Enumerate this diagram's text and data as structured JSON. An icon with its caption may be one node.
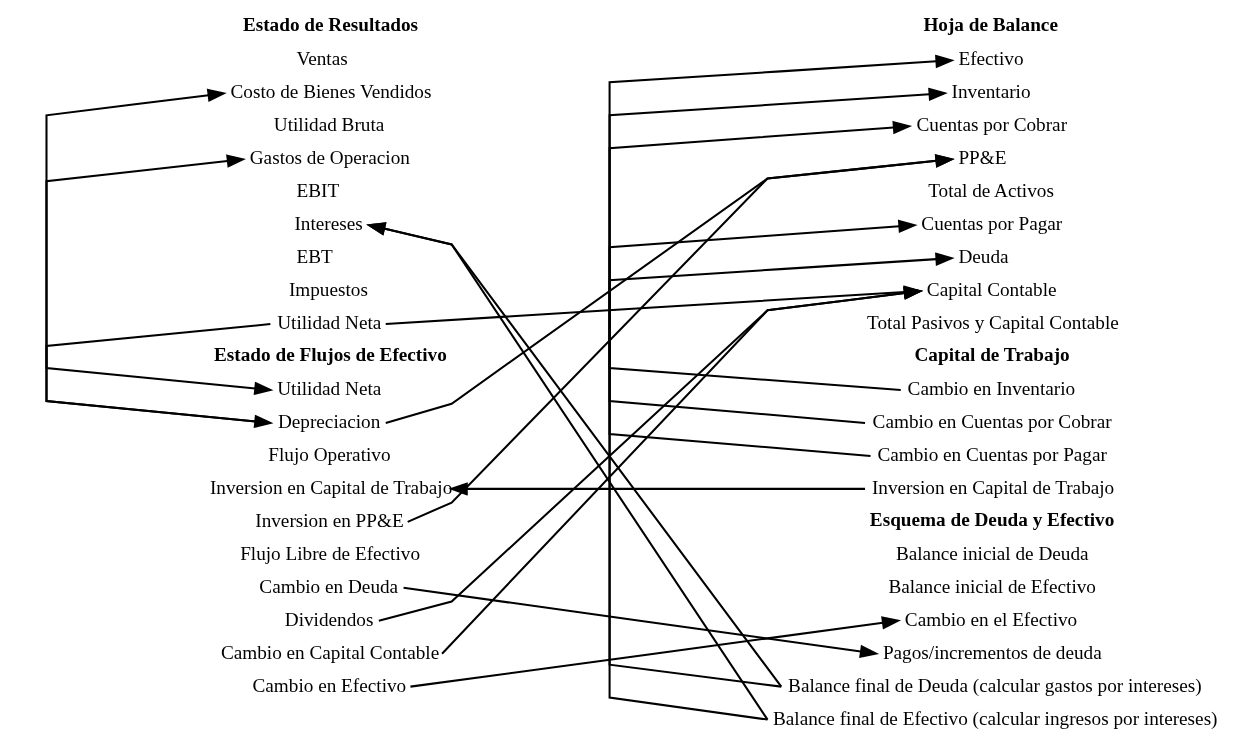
{
  "diagram": {
    "nodes": [
      {
        "text": [
          "Costo de Bienes Vendidos"
        ]
      },
      {
        "text": [
          "Gastos de Operacion"
        ]
      },
      {
        "text": [
          "Intereses"
        ]
      },
      {
        "text": [
          "Utilidad Neta"
        ]
      },
      {
        "text": [
          "Utilidad Neta"
        ]
      },
      {
        "text": [
          "Depreciacion"
        ]
      },
      {
        "text": [
          "Inversion en Capital de Trabajo"
        ]
      },
      {
        "text": [
          "Inversion en PP&E"
        ]
      },
      {
        "text": [
          "Cambio en Deuda"
        ]
      },
      {
        "text": [
          "Dividendos"
        ]
      },
      {
        "text": [
          "Cambio en Capital Contable"
        ]
      },
      {
        "text": [
          "Cambio en Efectivo"
        ]
      },
      {
        "text": [
          "Efectivo"
        ]
      },
      {
        "text": [
          "Inventario"
        ]
      },
      {
        "text": [
          "Cuentas por Cobrar"
        ]
      },
      {
        "text": [
          "PP&E"
        ]
      },
      {
        "text": [
          "Cuentas por Pagar"
        ]
      },
      {
        "text": [
          "Deuda"
        ]
      },
      {
        "text": [
          "Capital Contable"
        ]
      },
      {
        "text": [
          "Cambio en Inventario"
        ]
      },
      {
        "text": [
          "Cambio en Cuentas por Cobrar"
        ]
      },
      {
        "text": [
          "Cambio en Cuentas por Pagar"
        ]
      },
      {
        "text": [
          "Inversion en Capital de Trabajo"
        ]
      },
      {
        "text": [
          "Cambio en el Efectivo"
        ]
      },
      {
        "text": [
          "Pagos/incrementos de deuda"
        ]
      },
      {
        "text": [
          "Balance final de Deuda (calcular gastos por intereses)"
        ]
      },
      {
        "text": [
          "Balance final de Efectivo (calcular ingresos por intereses)"
        ]
      }
    ],
    "edges": [
      {
        "from": 5,
        "to": 0,
        "arrow": "both"
      },
      {
        "from": 5,
        "to": 1,
        "arrow": "to"
      },
      {
        "from": 25,
        "to": 2,
        "arrow": "to"
      },
      {
        "from": 26,
        "to": 2,
        "arrow": "to"
      },
      {
        "from": 3,
        "to": 18,
        "arrow": "to"
      },
      {
        "from": 3,
        "to": 4,
        "arrow": "to"
      },
      {
        "from": 5,
        "to": 15,
        "arrow": "to"
      },
      {
        "from": 7,
        "to": 15,
        "arrow": "to"
      },
      {
        "from": 22,
        "to": 6,
        "arrow": "to"
      },
      {
        "from": 8,
        "to": 24,
        "arrow": "to"
      },
      {
        "from": 9,
        "to": 18,
        "arrow": "to"
      },
      {
        "from": 10,
        "to": 18,
        "arrow": "to"
      },
      {
        "from": 11,
        "to": 23,
        "arrow": "to"
      },
      {
        "from": 26,
        "to": 12,
        "arrow": "to"
      },
      {
        "from": 19,
        "to": 13,
        "arrow": "to"
      },
      {
        "from": 20,
        "to": 14,
        "arrow": "to"
      },
      {
        "from": 21,
        "to": 16,
        "arrow": "to"
      },
      {
        "from": 25,
        "to": 17,
        "arrow": "to"
      }
    ],
    "labels": [
      "Estado de Resultados",
      "Ventas",
      "Utilidad Bruta",
      "EBIT",
      "EBT",
      "Impuestos",
      "Estado de Flujos de Efectivo",
      "Flujo Operativo",
      "Flujo Libre de Efectivo",
      "Hoja de Balance",
      "Total de Activos",
      "Total Pasivos y Capital Contable",
      "Capital de Trabajo",
      "Esquema de Deuda y Efectivo",
      "Balance inicial de Deuda",
      "Balance inicial de Efectivo"
    ]
  }
}
